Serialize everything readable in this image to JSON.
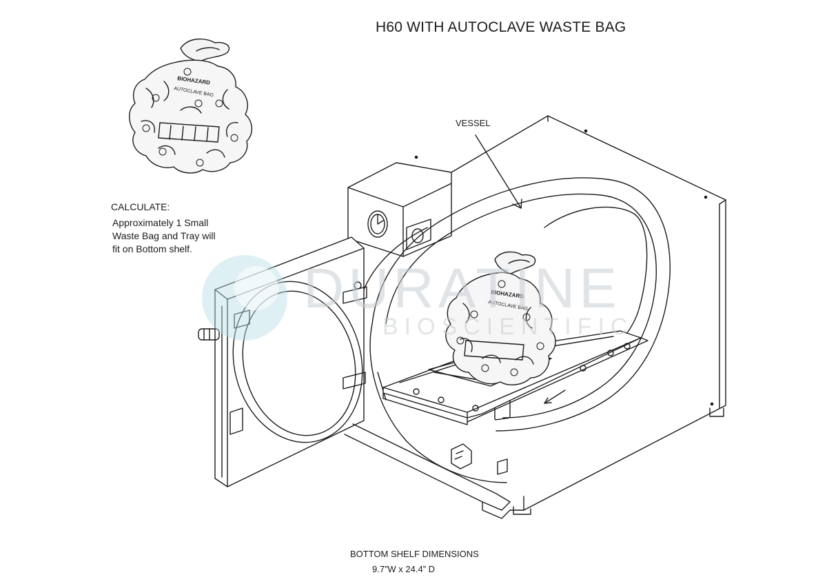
{
  "title": "H60 WITH AUTOCLAVE WASTE BAG",
  "callouts": {
    "calculate_heading": "CALCULATE:",
    "calculate_lines": [
      "Approximately 1 Small",
      "Waste Bag and Tray will",
      "fit on Bottom shelf."
    ],
    "vessel": "VESSEL"
  },
  "bottom_shelf": {
    "heading": "BOTTOM SHELF DIMENSIONS",
    "dimensions": "9.7”W x 24.4” D"
  },
  "bag_print": {
    "line1": "BIOHAZARD",
    "line2": "AUTOCLAVE BAG"
  },
  "watermark": {
    "main": "DURATINE",
    "sub": "BIOSCIENTIFIC"
  },
  "colors": {
    "line": "#1a1a1a",
    "watermark": "#c9ced3",
    "watermark_circle": "#b8dde6"
  }
}
